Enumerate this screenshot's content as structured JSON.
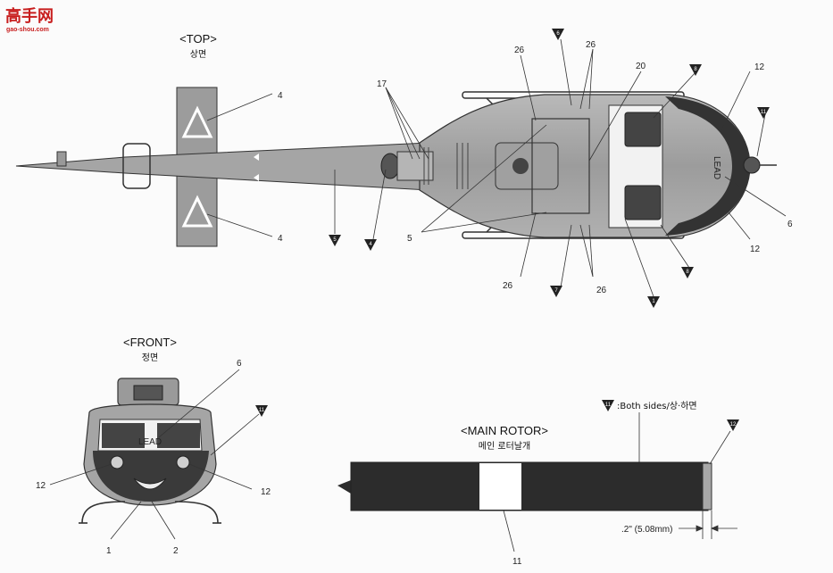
{
  "watermark": {
    "brand": "高手网",
    "url": "gao-shou.com"
  },
  "views": {
    "top": {
      "title": "<TOP>",
      "subtitle": "상면"
    },
    "front": {
      "title": "<FRONT>",
      "subtitle": "정면"
    },
    "rotor": {
      "title": "<MAIN ROTOR>",
      "subtitle": "메인 로터날개"
    }
  },
  "note": {
    "marker": "11",
    "text": ":Both sides/상·하면"
  },
  "dimension": {
    "text": ".2\" (5.08mm)"
  },
  "nose_marking": "LEAD",
  "callouts_top": {
    "tail_upper": "4",
    "tail_lower": "4",
    "exhaust": "17",
    "rear_panel": "5",
    "left_top": "26",
    "left_bottom": "26",
    "mid_top": "26",
    "mid_bottom": "26",
    "antenna": "20",
    "right_top": "12",
    "right_bottom": "12",
    "nose": "6"
  },
  "triangles_top": {
    "boom": "5",
    "tailcone": "4",
    "upper_door": "6",
    "lower_door": "7",
    "canopy_top": "8",
    "canopy_bottom": "8",
    "nose_top": "11",
    "side_panel": "1"
  },
  "callouts_front": {
    "top": "6",
    "left": "12",
    "right": "12",
    "bottom_left": "1",
    "bottom_right": "2",
    "marker": "11"
  },
  "callouts_rotor": {
    "white_band": "11",
    "tip_marker": "12"
  }
}
